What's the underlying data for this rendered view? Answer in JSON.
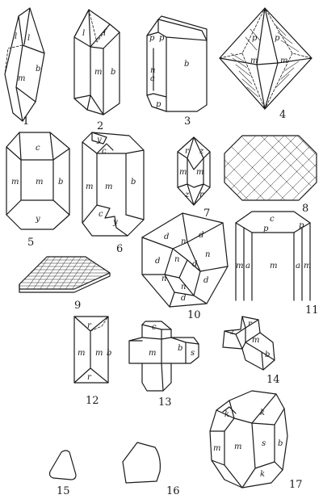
{
  "figures": [
    {
      "number": "1",
      "faces": [
        "l",
        "l",
        "b",
        "m"
      ]
    },
    {
      "number": "2",
      "faces": [
        "l",
        "l",
        "m",
        "b"
      ]
    },
    {
      "number": "3",
      "faces": [
        "p",
        "p",
        "n",
        "a",
        "b",
        "p"
      ]
    },
    {
      "number": "4",
      "faces": [
        "p",
        "p",
        "m",
        "m"
      ]
    },
    {
      "number": "5",
      "faces": [
        "c",
        "m",
        "m",
        "b",
        "y"
      ]
    },
    {
      "number": "6",
      "faces": [
        "y",
        "c",
        "m",
        "m",
        "b",
        "c",
        "y"
      ]
    },
    {
      "number": "7",
      "faces": [
        "r",
        "z",
        "m",
        "m",
        "z",
        "r"
      ]
    },
    {
      "number": "8",
      "faces": []
    },
    {
      "number": "9",
      "faces": []
    },
    {
      "number": "10",
      "faces": [
        "d",
        "d",
        "n",
        "d",
        "n",
        "n",
        "d",
        "n",
        "d",
        "n",
        "d"
      ]
    },
    {
      "number": "11",
      "faces": [
        "c",
        "p",
        "p",
        "m",
        "a",
        "m",
        "a",
        "m"
      ]
    },
    {
      "number": "12",
      "faces": [
        "r",
        "m",
        "m",
        "b",
        "r"
      ]
    },
    {
      "number": "13",
      "faces": [
        "c",
        "m",
        "b",
        "s"
      ]
    },
    {
      "number": "14",
      "faces": [
        "r",
        "z",
        "m",
        "b"
      ]
    },
    {
      "number": "15",
      "faces": []
    },
    {
      "number": "16",
      "faces": []
    },
    {
      "number": "17",
      "faces": [
        "k",
        "k",
        "m",
        "m",
        "s",
        "b",
        "k"
      ]
    }
  ]
}
